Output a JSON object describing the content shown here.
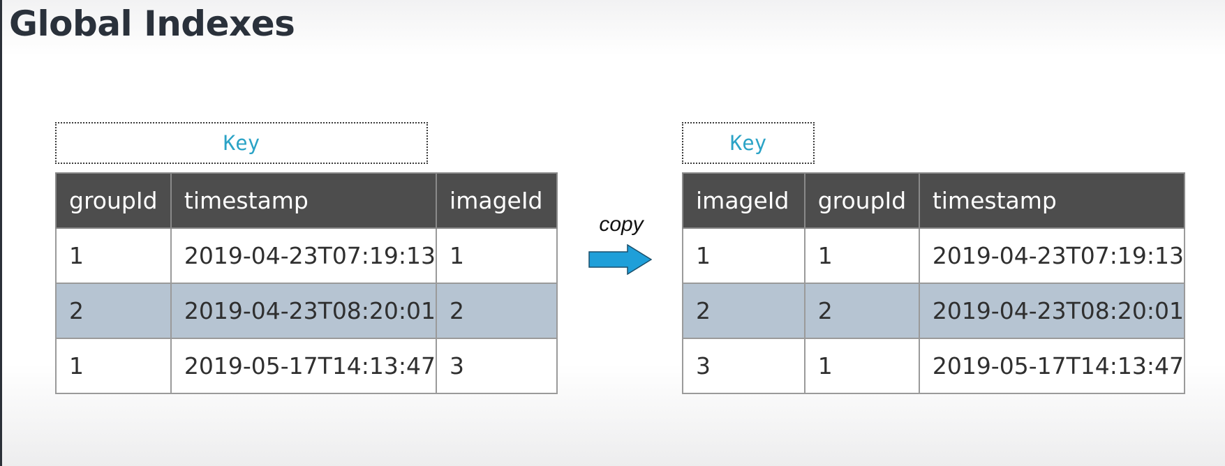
{
  "title": "Global Indexes",
  "colors": {
    "key_text": "#2ba3c6",
    "header_bg": "#4d4d4d",
    "highlight_row": "#b6c4d2",
    "arrow": "#1f9fd9"
  },
  "left_table": {
    "key_label": "Key",
    "headers": [
      "groupId",
      "timestamp",
      "imageId"
    ],
    "rows": [
      [
        "1",
        "2019-04-23T07:19:13",
        "1"
      ],
      [
        "2",
        "2019-04-23T08:20:01",
        "2"
      ],
      [
        "1",
        "2019-05-17T14:13:47",
        "3"
      ]
    ]
  },
  "arrow": {
    "label": "copy",
    "icon": "right-arrow-icon"
  },
  "right_table": {
    "key_label": "Key",
    "headers": [
      "imageId",
      "groupId",
      "timestamp"
    ],
    "rows": [
      [
        "1",
        "1",
        "2019-04-23T07:19:13"
      ],
      [
        "2",
        "2",
        "2019-04-23T08:20:01"
      ],
      [
        "3",
        "1",
        "2019-05-17T14:13:47"
      ]
    ]
  }
}
